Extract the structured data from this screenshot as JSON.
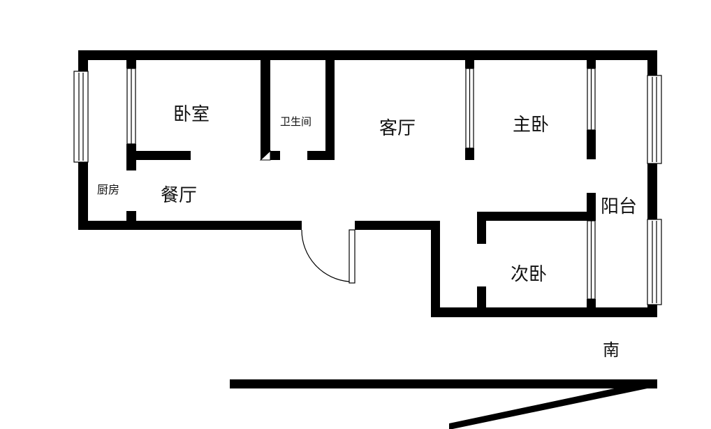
{
  "rooms": {
    "bedroom": "卧室",
    "bathroom": "卫生间",
    "living_room": "客厅",
    "master_bedroom": "主卧",
    "kitchen": "厨房",
    "dining_room": "餐厅",
    "balcony": "阳台",
    "second_bedroom": "次卧"
  },
  "compass": {
    "south": "南"
  },
  "colors": {
    "wall": "#000000",
    "background": "#ffffff"
  }
}
